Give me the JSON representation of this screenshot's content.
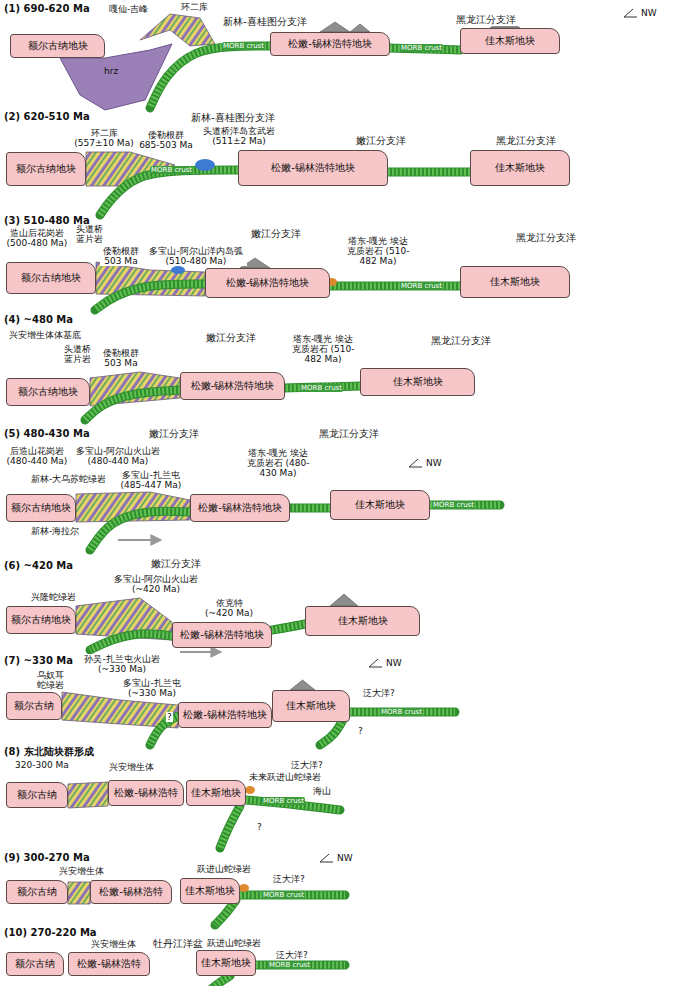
{
  "diagram": {
    "nodes": [
      {
        "text": [
          "额尔古纳地块"
        ]
      },
      {
        "text": [
          "松嫩-锡林浩特地块"
        ]
      },
      {
        "text": [
          "佳木斯地块"
        ]
      },
      {
        "text": [
          "额尔古纳地块"
        ]
      },
      {
        "text": [
          "松嫩-锡林浩特地块"
        ]
      },
      {
        "text": [
          "佳木斯地块"
        ]
      },
      {
        "text": [
          "额尔古纳地块"
        ]
      },
      {
        "text": [
          "松嫩-锡林浩特地块"
        ]
      },
      {
        "text": [
          "佳木斯地块"
        ]
      },
      {
        "text": [
          "额尔古纳地块"
        ]
      },
      {
        "text": [
          "松嫩-锡林浩特地块"
        ]
      },
      {
        "text": [
          "佳木斯地块"
        ]
      },
      {
        "text": [
          "额尔古纳地块"
        ]
      },
      {
        "text": [
          "松嫩-锡林浩特地块"
        ]
      },
      {
        "text": [
          "佳木斯地块"
        ]
      },
      {
        "text": [
          "额尔古纳地块"
        ]
      },
      {
        "text": [
          "松嫩-锡林浩特地块"
        ]
      },
      {
        "text": [
          "佳木斯地块"
        ]
      },
      {
        "text": [
          "额尔古纳"
        ]
      },
      {
        "text": [
          "松嫩-锡林浩特地块"
        ]
      },
      {
        "text": [
          "佳木斯地块"
        ]
      },
      {
        "text": [
          "额尔古纳"
        ]
      },
      {
        "text": [
          "松嫩-锡林浩特"
        ]
      },
      {
        "text": [
          "佳木斯地块"
        ]
      },
      {
        "text": [
          "额尔古纳"
        ]
      },
      {
        "text": [
          "松嫩-锡林浩特"
        ]
      },
      {
        "text": [
          "佳木斯地块"
        ]
      },
      {
        "text": [
          "额尔古纳"
        ]
      },
      {
        "text": [
          "松嫩-锡林浩特"
        ]
      },
      {
        "text": [
          "佳木斯地块"
        ]
      }
    ],
    "labels": [
      "(1) 690-620 Ma",
      "嘎仙-吉峰",
      "环二库",
      "新林-喜桂图分支洋",
      "黑龙江分支洋",
      "NW",
      "hrz",
      "MORB crust",
      "MORB crust",
      "(2) 620-510 Ma",
      "新林-喜桂图分支洋",
      "嫩江分支洋",
      "黑龙江分支洋",
      "环二库 (557±10 Ma)",
      "倭勒根群 685-503 Ma",
      "头道桥洋岛玄武岩 (511±2 Ma)",
      "MORB crust",
      "(3) 510-480 Ma",
      "嫩江分支洋",
      "黑龙江分支洋",
      "造山后花岗岩 (500-480 Ma)",
      "头道桥 蓝片岩",
      "倭勒根群 503 Ma",
      "多宝山-阿尔山洋内岛弧 (510-480 Ma)",
      "塔东-嘎光 埃达克质岩石 (510-482 Ma)",
      "MORB crust",
      "(4) ~480 Ma",
      "兴安增生体体基底",
      "嫩江分支洋",
      "黑龙江分支洋",
      "头道桥 蓝片岩",
      "倭勒根群 503 Ma",
      "塔东-嘎光 埃达克质岩石 (510-482 Ma)",
      "MORB crust",
      "(5) 480-430 Ma",
      "嫩江分支洋",
      "黑龙江分支洋",
      "NW",
      "后造山花岗岩 (480-440 Ma)",
      "多宝山-阿尔山火山岩 (480-440 Ma)",
      "新林-大乌苏蛇绿岩",
      "多宝山-扎兰屯 (485-447 Ma)",
      "新林-海拉尔",
      "塔东-嘎光 埃达克质岩石 (480-430 Ma)",
      "MORB crust",
      "(6) ~420 Ma",
      "嫩江分支洋",
      "兴隆蛇绿岩",
      "多宝山-阿尔山火山岩 (~420 Ma)",
      "依克特 (~420 Ma)",
      "(7) ~330 Ma",
      "NW",
      "孙吴-扎兰屯火山岩 (~330 Ma)",
      "乌奴耳 蛇绿岩",
      "多宝山-扎兰屯 (~330 Ma)",
      "?",
      "泛大洋?",
      "MORB crust",
      "?",
      "(8) 东北陆块群形成",
      "320-300 Ma",
      "兴安增生体",
      "泛大洋?",
      "未来跃进山蛇绿岩",
      "海山",
      "MORB crust",
      "?",
      "(9) 300-270 Ma",
      "兴安增生体",
      "跃进山蛇绿岩",
      "泛大洋?",
      "NW",
      "MORB crust",
      "(10) 270-220 Ma",
      "兴安增生体",
      "牡丹江洋盆",
      "跃进山蛇绿岩",
      "泛大洋?",
      "MORB crust"
    ]
  }
}
